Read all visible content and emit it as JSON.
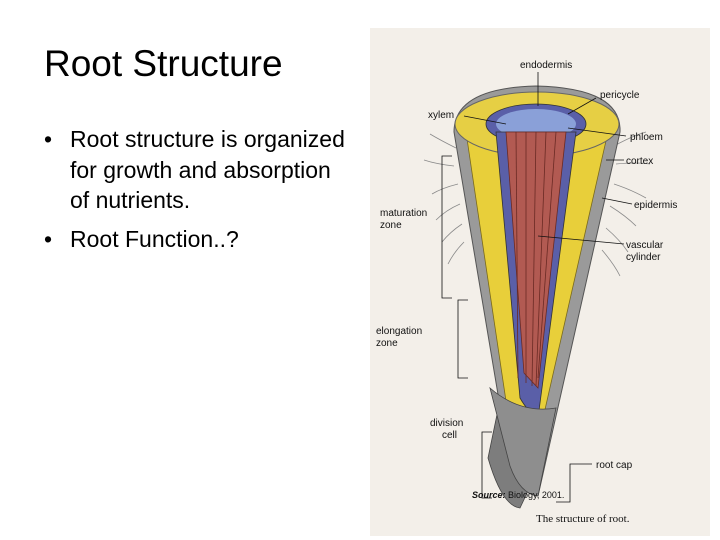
{
  "slide": {
    "title": "Root Structure",
    "bullets": [
      "Root structure is organized for growth and absorption of nutrients.",
      "Root Function..?"
    ],
    "bullet_glyph": "•"
  },
  "diagram": {
    "labels": {
      "endodermis": "endodermis",
      "pericycle": "pericycle",
      "xylem": "xylem",
      "phloem": "phloem",
      "cortex": "cortex",
      "epidermis": "epidermis",
      "maturation_zone": [
        "maturation",
        "zone"
      ],
      "vascular_cylinder": [
        "vascular",
        "cylinder"
      ],
      "elongation_zone": [
        "elongation",
        "zone"
      ],
      "division_cell": [
        "division",
        "cell"
      ],
      "root_cap": "root cap"
    },
    "source_label": "Source:",
    "source_text": "Biology, 2001.",
    "caption": "The structure of root.",
    "colors": {
      "paper": "#f3efe9",
      "epidermis": "#9a9a9a",
      "cortex": "#e8cf3a",
      "endodermis": "#5a5fa8",
      "xylem": "#b25a52",
      "cap": "#7d7d7d"
    }
  }
}
